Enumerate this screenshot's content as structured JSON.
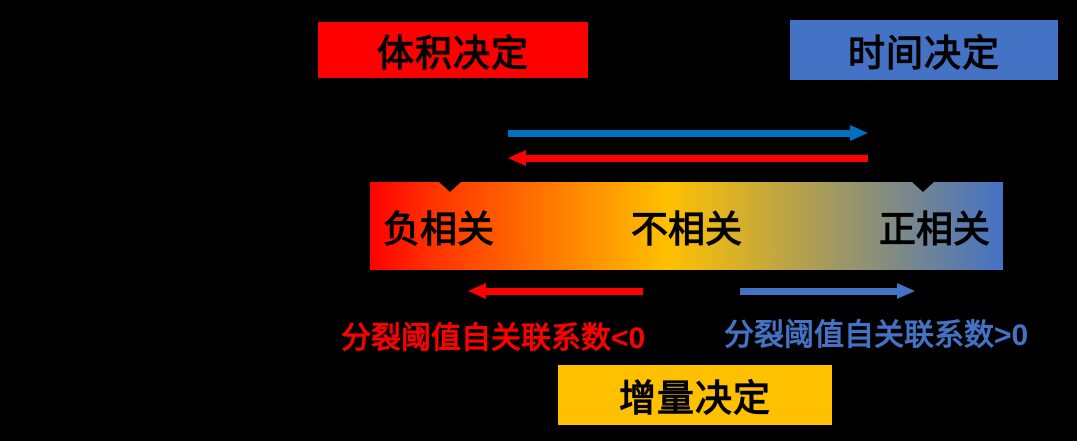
{
  "background": "#000000",
  "boxes": {
    "volume": {
      "label": "体积决定",
      "bg": "#FF0000"
    },
    "time": {
      "label": "时间决定",
      "bg": "#4472C4"
    },
    "increment": {
      "label": "增量决定",
      "bg": "#FFC000"
    }
  },
  "bar": {
    "negative": "负相关",
    "neutral": "不相关",
    "positive": "正相关",
    "gradient_colors": [
      "#FF0000",
      "#FFC000",
      "#4472C4"
    ]
  },
  "annotations": {
    "negative_threshold": "分裂阈值自关联系数<0",
    "positive_threshold": "分裂阈值自关联系数>0"
  },
  "arrows": {
    "top_blue": {
      "direction": "right",
      "color": "#0070C0"
    },
    "top_red": {
      "direction": "left",
      "color": "#FF0000"
    },
    "bottom_red": {
      "direction": "left",
      "color": "#FF0000"
    },
    "bottom_blue": {
      "direction": "right",
      "color": "#4472C4"
    }
  }
}
